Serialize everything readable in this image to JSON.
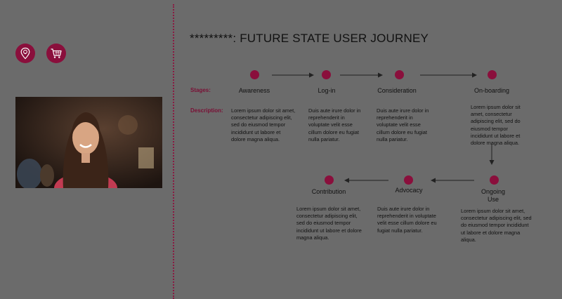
{
  "header": {
    "title": "*********: FUTURE STATE USER JOURNEY"
  },
  "labels": {
    "stages": "Stages:",
    "description": "Description:"
  },
  "icons": {
    "left_icon_1": "idea-pin-icon",
    "left_icon_2": "shopping-cart-icon"
  },
  "colors": {
    "accent": "#8a0f3c",
    "background": "#6b6b6b",
    "text": "#111111"
  },
  "stages": [
    {
      "name": "Awareness",
      "description": "Lorem ipsum dolor sit amet, consectetur adipiscing elit, sed do eiusmod tempor incididunt ut labore et dolore magna aliqua."
    },
    {
      "name": "Log-in",
      "description": "Duis aute irure dolor in reprehenderit in voluptate velit esse cillum dolore eu fugiat nulla pariatur."
    },
    {
      "name": "Consideration",
      "description": "Duis aute irure dolor in reprehenderit in voluptate velit esse cillum dolore eu fugiat nulla pariatur."
    },
    {
      "name": "On-boarding",
      "description": "Lorem ipsum dolor sit amet, consectetur adipiscing elit, sed do eiusmod tempor incididunt ut labore et dolore magna aliqua."
    },
    {
      "name": "Ongoing Use",
      "description": "Lorem ipsum dolor sit amet, consectetur adipiscing elit, sed do eiusmod tempor incididunt ut labore et dolore magna aliqua."
    },
    {
      "name": "Advocacy",
      "description": "Duis aute irure dolor in reprehenderit in voluptate velit esse cillum dolore eu fugiat nulla pariatur."
    },
    {
      "name": "Contribution",
      "description": "Lorem ipsum dolor sit amet, consectetur adipiscing elit, sed do eiusmod tempor incididunt ut labore et dolore magna aliqua."
    }
  ]
}
